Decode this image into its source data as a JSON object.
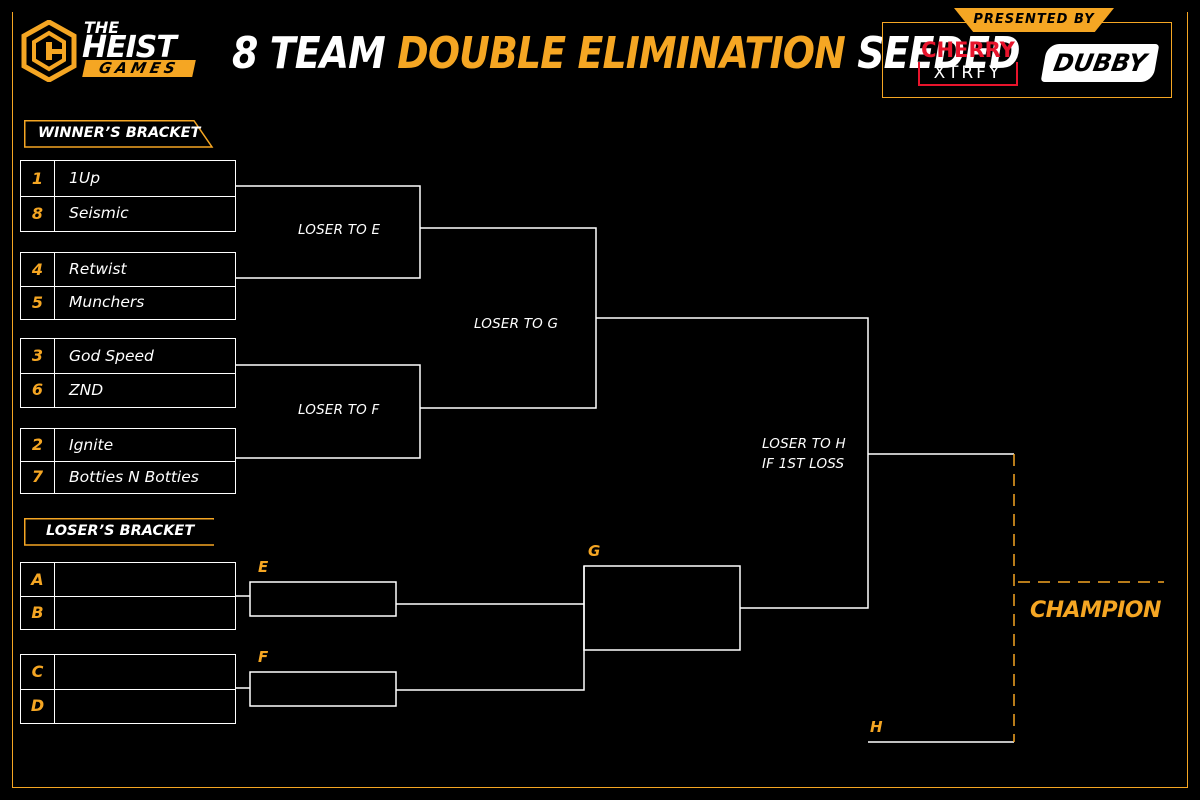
{
  "brand": {
    "name_line1": "THE",
    "name_line2": "HEIST",
    "name_line3": "GAMES",
    "accent_color": "#f5a623"
  },
  "title": {
    "part1": "8 TEAM ",
    "part2": "DOUBLE ELIMINATION",
    "part3": " SEEDED"
  },
  "sponsors": {
    "presented_by": "PRESENTED BY",
    "cherry_top": "CHERRY",
    "cherry_bottom": "XTRFY",
    "dubby": "DUBBY"
  },
  "winners_bracket": {
    "label": "WINNER’S BRACKET",
    "matches": [
      {
        "teams": [
          {
            "seed": "1",
            "name": "1Up"
          },
          {
            "seed": "8",
            "name": "Seismic"
          }
        ]
      },
      {
        "teams": [
          {
            "seed": "4",
            "name": "Retwist"
          },
          {
            "seed": "5",
            "name": "Munchers"
          }
        ]
      },
      {
        "teams": [
          {
            "seed": "3",
            "name": "God Speed"
          },
          {
            "seed": "6",
            "name": "ZND"
          }
        ]
      },
      {
        "teams": [
          {
            "seed": "2",
            "name": "Ignite"
          },
          {
            "seed": "7",
            "name": "Botties N Botties"
          }
        ]
      }
    ],
    "loser_labels": {
      "e": "LOSER TO E",
      "f": "LOSER TO F",
      "g": "LOSER TO G",
      "h_line1": "LOSER TO H",
      "h_line2": "IF 1ST LOSS"
    }
  },
  "losers_bracket": {
    "label": "LOSER’S BRACKET",
    "slots": [
      {
        "seed": "A",
        "name": ""
      },
      {
        "seed": "B",
        "name": ""
      },
      {
        "seed": "C",
        "name": ""
      },
      {
        "seed": "D",
        "name": ""
      }
    ],
    "match_labels": {
      "e": "E",
      "f": "F",
      "g": "G",
      "h": "H"
    }
  },
  "champion_label": "CHAMPION"
}
